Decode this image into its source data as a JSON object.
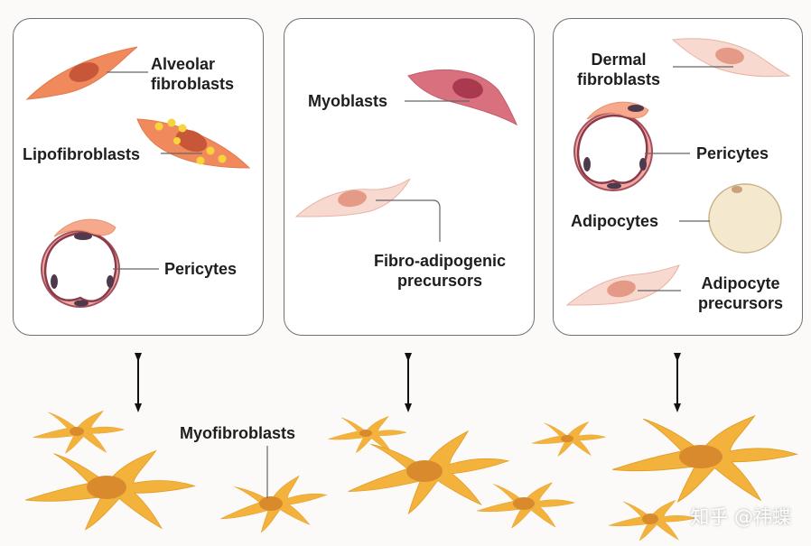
{
  "panels": [
    {
      "labels": [
        "Alveolar\nfibroblasts",
        "Lipofibroblasts",
        "Pericytes"
      ]
    },
    {
      "labels": [
        "Myoblasts",
        "Fibro-adipogenic\nprecursors"
      ]
    },
    {
      "labels": [
        "Dermal\nfibroblasts",
        "Pericytes",
        "Adipocytes",
        "Adipocyte\nprecursors"
      ]
    }
  ],
  "bottom": {
    "label": "Myofibroblasts"
  },
  "watermark": "知乎 @祎蝶",
  "colors": {
    "panel_border": "#6f6f6f",
    "fibroblast_fill": "#f08a5d",
    "myoblast_fill": "#d8707e",
    "precursor_fill": "#f8d9cf",
    "pericyte_fill": "#f2a7a1",
    "adipocyte_fill": "#f4e8cf",
    "myofibroblast_fill": "#f2b23c",
    "lipid_droplet": "#f7d43c"
  }
}
